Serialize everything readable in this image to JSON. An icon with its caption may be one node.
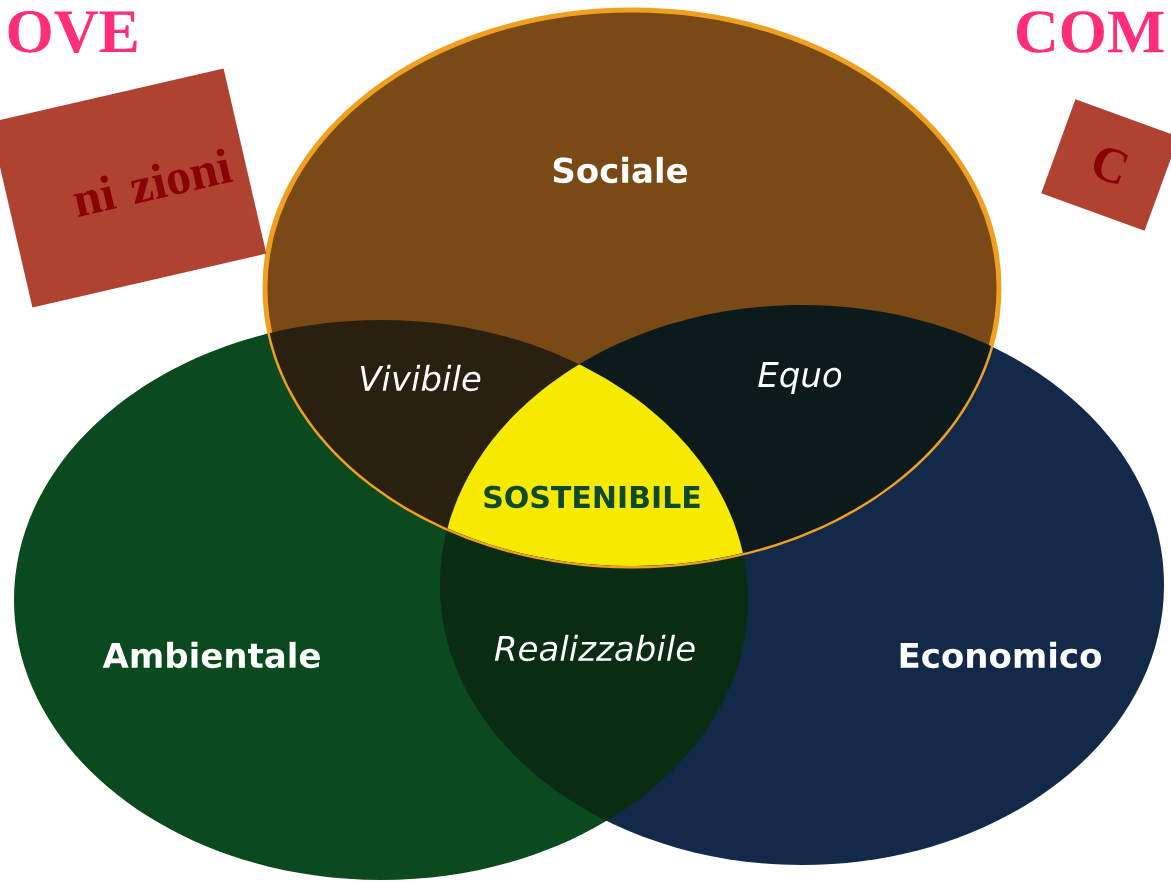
{
  "diagram": {
    "nodes": [
      {
        "text": [
          "ni zioni"
        ]
      },
      {
        "text": [
          "C"
        ]
      },
      {
        "text": [
          "Sociale"
        ]
      },
      {
        "text": [
          "Ambientale"
        ]
      },
      {
        "text": [
          "Economico"
        ]
      },
      {
        "text": [
          "SOSTENIBILE"
        ]
      }
    ],
    "labels": [
      "OVE",
      "COM",
      "Vivibile",
      "Equo",
      "Realizzabile"
    ]
  }
}
